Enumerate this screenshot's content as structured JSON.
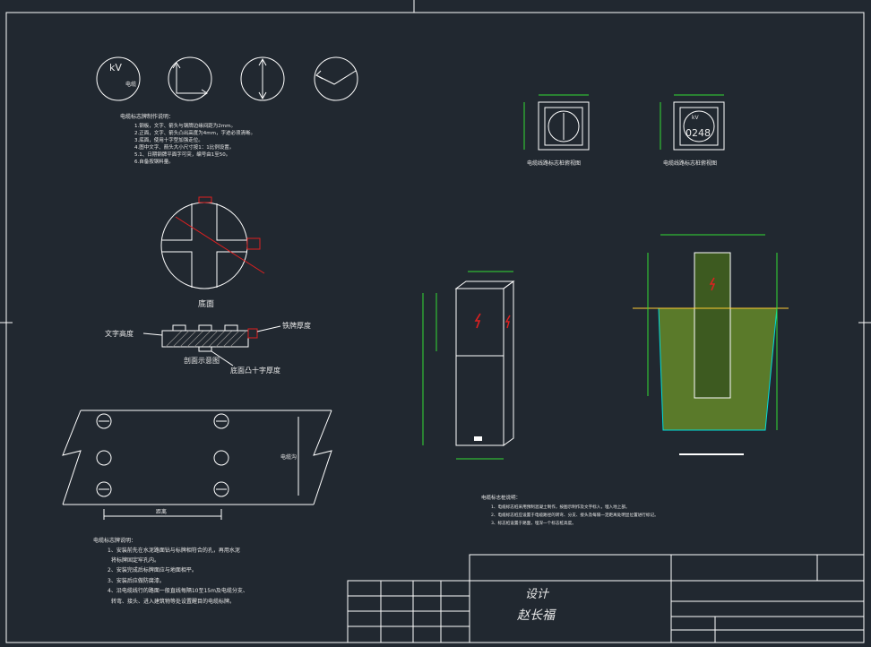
{
  "icons": {
    "kv_sign_text": "kV",
    "kv_sign_sub": "电缆",
    "badge_number": "0248"
  },
  "notes_top": {
    "title": "电缆标志牌制作说明：",
    "lines": [
      "1.钢板，文字、箭头与钢牌边缘间距为2mm。",
      "2.正面，文字、箭头凸出高度为4mm，字迹必须清晰。",
      "3.底面，使用十字型加强走位。",
      "4.图中文字、箭头大小尺寸按1：1比例设置。",
      "5.1、日期钢牌平面字可突，编号由1至50。",
      "6.自备按钢料量。"
    ]
  },
  "labels": {
    "bottom_view": "底面",
    "text_height": "文字高度",
    "steel_thickness": "铁牌厚度",
    "section_view": "剖面示意图",
    "cross_thickness": "底面凸十字厚度",
    "plan_view_1": "电缆线路标志桩俯视图",
    "plan_view_2": "电缆线路标志桩俯视图",
    "cable_trench": "电缆沟",
    "spacing": "距离"
  },
  "notes_mid": {
    "title": "电缆标志桩说明：",
    "lines": [
      "1、电缆标志桩采用预制混凝土制作，按图示制作及文字标入，埋入地上部。",
      "2、电缆标志桩应设置于电缆路径的转弯、分支、接头及每隔一定距离处明显位置进行标记。",
      "3、标志桩设置于路面，埋深一个标志桩高度。"
    ]
  },
  "notes_bottom": {
    "title": "电缆标志牌说明：",
    "lines": [
      "1、安装前先在水泥路面钻与标牌相符合的孔，再用水泥",
      "将标牌固定牢孔内。",
      "2、安装完成后标牌面应与地面相平。",
      "3、安装后应做防腐漆。",
      "4、沿电缆线行的路面一般直线每隔10至15m及电缆分支、",
      "转弯、接头、进入建筑物等处设置醒目的电缆标牌。"
    ]
  },
  "title_block": {
    "signature_1": "设计",
    "signature_2": "赵长福"
  }
}
